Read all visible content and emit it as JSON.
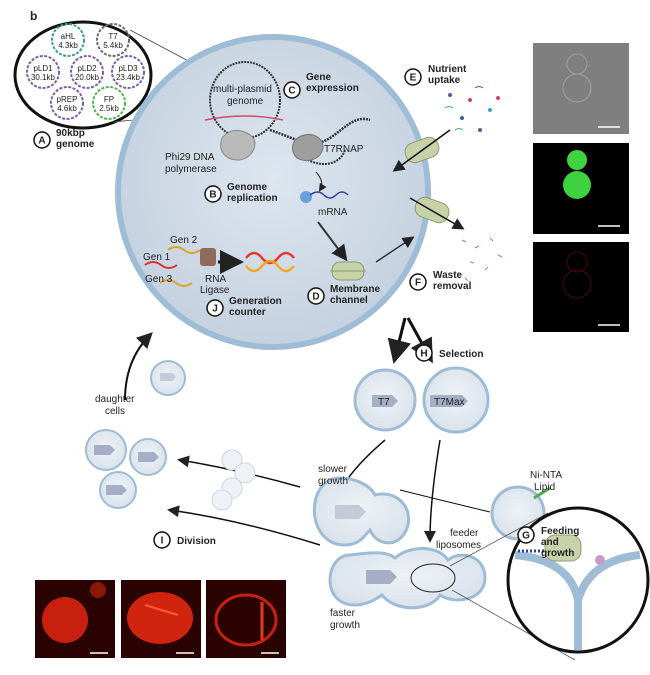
{
  "panel_label": "b",
  "plasmids": [
    {
      "name": "aHL",
      "size": "4.3kb",
      "color": "#3aa08a"
    },
    {
      "name": "T7",
      "size": "5.4kb",
      "color": "#6b6b6b"
    },
    {
      "name": "pLD1",
      "size": "30.1kb",
      "color": "#7a5fb0"
    },
    {
      "name": "pLD2",
      "size": "20.0kb",
      "color": "#7a5fb0"
    },
    {
      "name": "pLD3",
      "size": "23.4kb",
      "color": "#7a5fb0"
    },
    {
      "name": "pREP",
      "size": "4.6kb",
      "color": "#7a5fb0"
    },
    {
      "name": "FP",
      "size": "2.5kb",
      "color": "#4db84d"
    }
  ],
  "modules": {
    "A": {
      "letter": "A",
      "line1": "90kbp",
      "line2": "genome"
    },
    "B": {
      "letter": "B",
      "line1": "Genome",
      "line2": "replication"
    },
    "C": {
      "letter": "C",
      "line1": "Gene",
      "line2": "expression"
    },
    "D": {
      "letter": "D",
      "line1": "Membrane",
      "line2": "channel"
    },
    "E": {
      "letter": "E",
      "line1": "Nutrient",
      "line2": "uptake"
    },
    "F": {
      "letter": "F",
      "line1": "Waste",
      "line2": "removal"
    },
    "G": {
      "letter": "G",
      "line1": "Feeding",
      "line2": "and",
      "line3": "growth"
    },
    "H": {
      "letter": "H",
      "line1": "Selection"
    },
    "I": {
      "letter": "I",
      "line1": "Division"
    },
    "J": {
      "letter": "J",
      "line1": "Generation",
      "line2": "counter"
    }
  },
  "labels": {
    "multi_plasmid_1": "multi-plasmid",
    "multi_plasmid_2": "genome",
    "phi29_1": "Phi29 DNA",
    "phi29_2": "polymerase",
    "t7rnap": "T7RNAP",
    "mrna": "mRNA",
    "gen1": "Gen 1",
    "gen2": "Gen 2",
    "gen3": "Gen 3",
    "rna_1": "RNA",
    "rna_2": "Ligase",
    "t7": "T7",
    "t7max": "T7Max",
    "ni_nta_1": "Ni-NTA",
    "ni_nta_2": "Lipid",
    "slower_1": "slower",
    "slower_2": "growth",
    "faster_1": "faster",
    "faster_2": "growth",
    "feeder_1": "feeder",
    "feeder_2": "liposomes",
    "daughter_1": "daughter",
    "daughter_2": "cells"
  },
  "colors": {
    "cell_fill": "#c9d6e4",
    "cell_stroke": "#8fb0cc",
    "channel": "#c7d2a8",
    "fluor_green": "#3fd23f",
    "fluor_red": "#e0301a"
  }
}
